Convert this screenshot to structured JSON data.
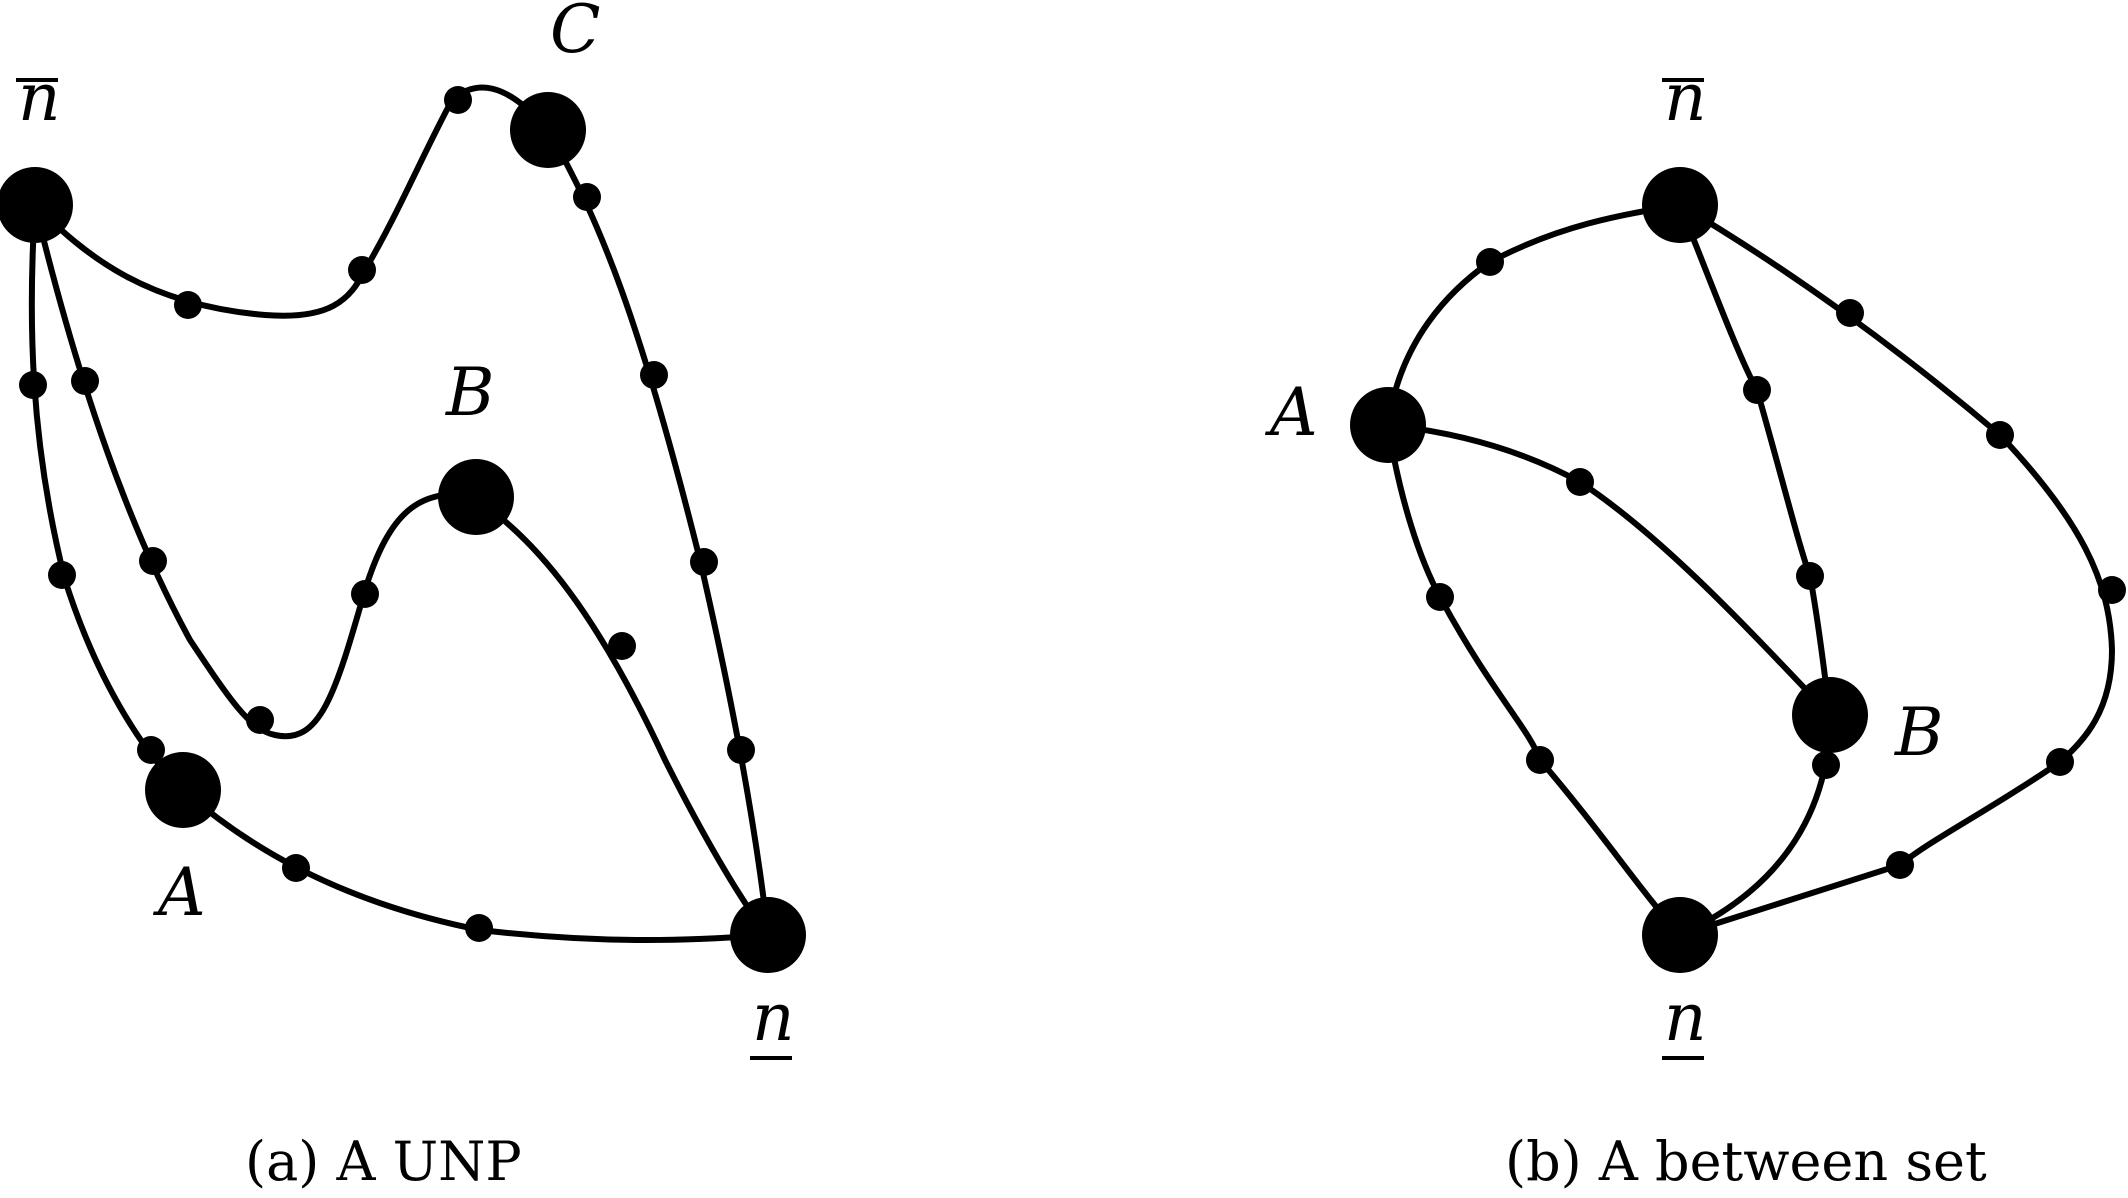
{
  "panels": [
    {
      "caption": "(a) A UNP",
      "labels": {
        "n_top": "n",
        "n_bottom": "n",
        "A": "A",
        "B": "B",
        "C": "C"
      }
    },
    {
      "caption": "(b) A between set",
      "labels": {
        "n_top": "n",
        "n_bottom": "n",
        "A": "A",
        "B": "B"
      }
    }
  ]
}
